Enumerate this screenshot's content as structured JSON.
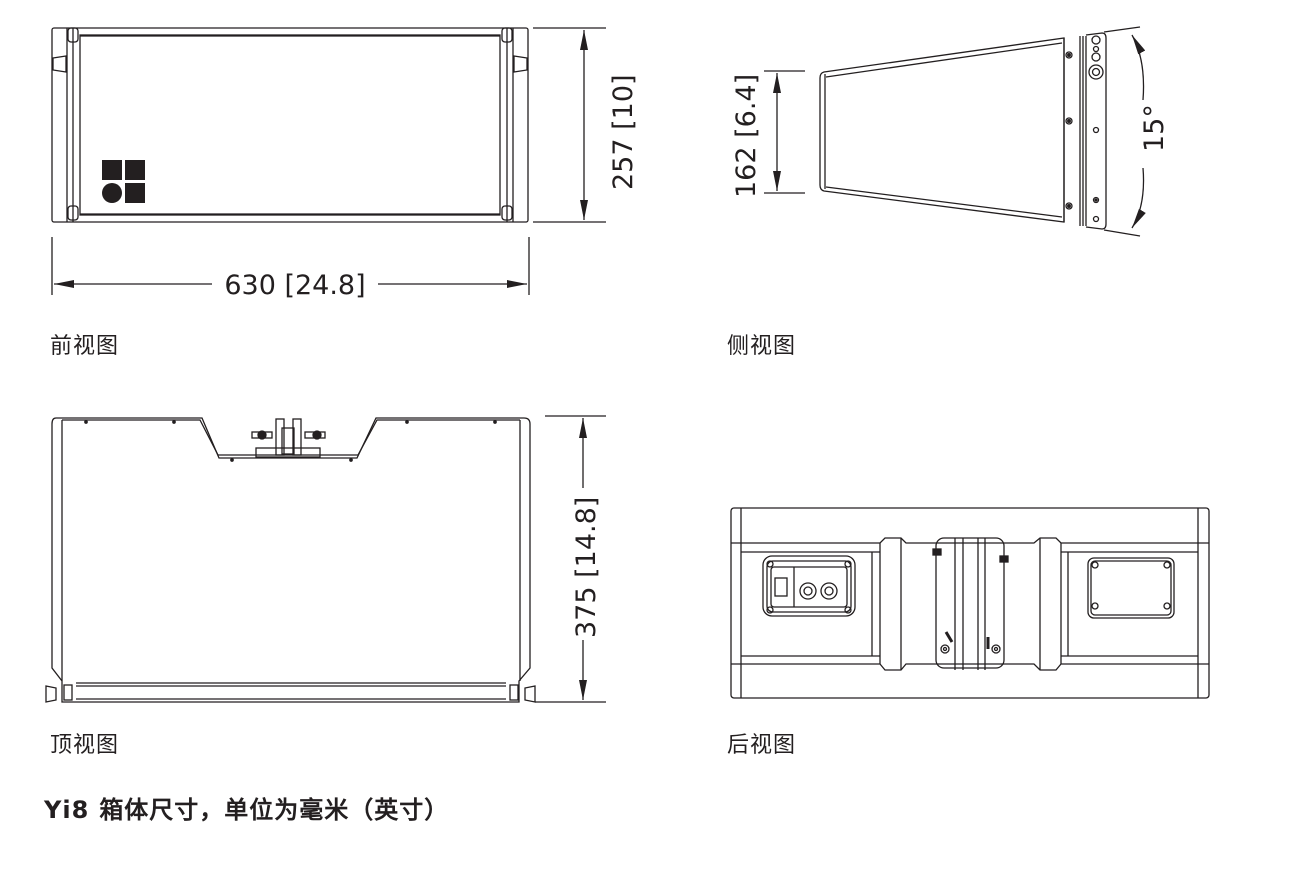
{
  "document": {
    "caption_model": "Yi8",
    "caption_text": "箱体尺寸，单位为毫米（英寸）"
  },
  "views": {
    "front": {
      "label": "前视图",
      "width_dim": "630 [24.8]",
      "height_dim": "257 [10]"
    },
    "side": {
      "label": "侧视图",
      "height_dim": "162 [6.4]",
      "angle_dim": "15°"
    },
    "top": {
      "label": "顶视图",
      "depth_dim": "375 [14.8]"
    },
    "rear": {
      "label": "后视图"
    }
  },
  "colors": {
    "line": "#231f20",
    "background": "#ffffff"
  }
}
